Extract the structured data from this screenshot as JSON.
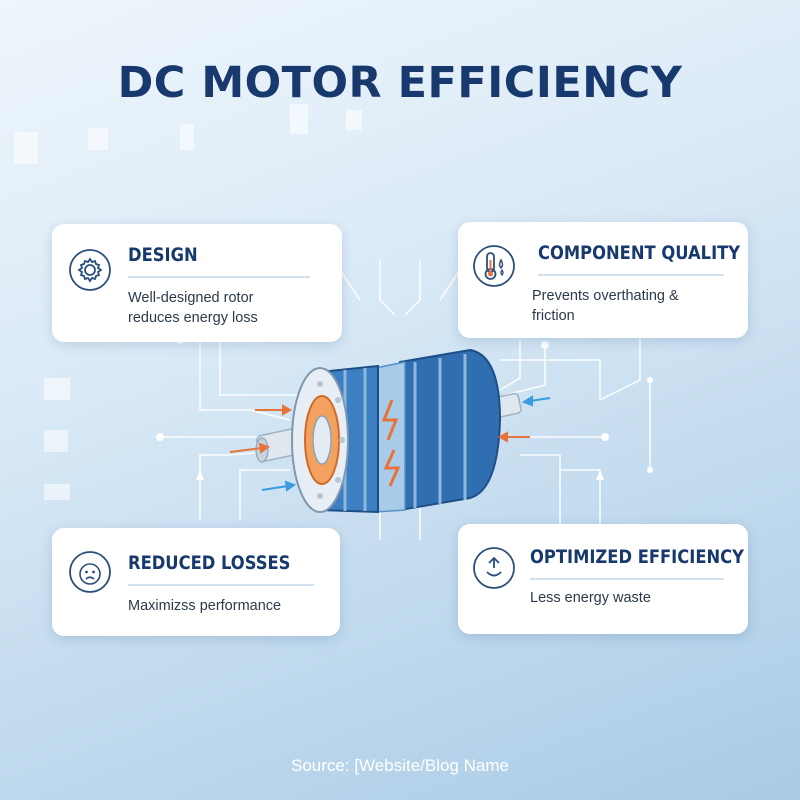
{
  "title": "DC MOTOR EFFICIENCY",
  "cards": [
    {
      "heading": "DESIGN",
      "body_lines": [
        "Well-designed rotor",
        "reduces energy loss"
      ],
      "icon": "gear-icon"
    },
    {
      "heading": "COMPONENT QUALITY",
      "body_lines": [
        "Prevents overthating &",
        "friction"
      ],
      "icon": "thermometer-icon"
    },
    {
      "heading": "REDUCED LOSSES",
      "body_lines": [
        "Maximizss performance"
      ],
      "icon": "sad-face-icon"
    },
    {
      "heading": "OPTIMIZED EFFICIENCY",
      "body_lines": [
        "Less energy waste"
      ],
      "icon": "smile-up-arrow-icon"
    }
  ],
  "center": {
    "icon": "dc-motor-icon"
  },
  "source": "Source: [Website/Blog Name",
  "colors": {
    "title": "#17396e",
    "accent": "#2f6fb1",
    "circuit": "#ffffff",
    "heat": "#e8733a",
    "flow": "#3a9be0"
  }
}
